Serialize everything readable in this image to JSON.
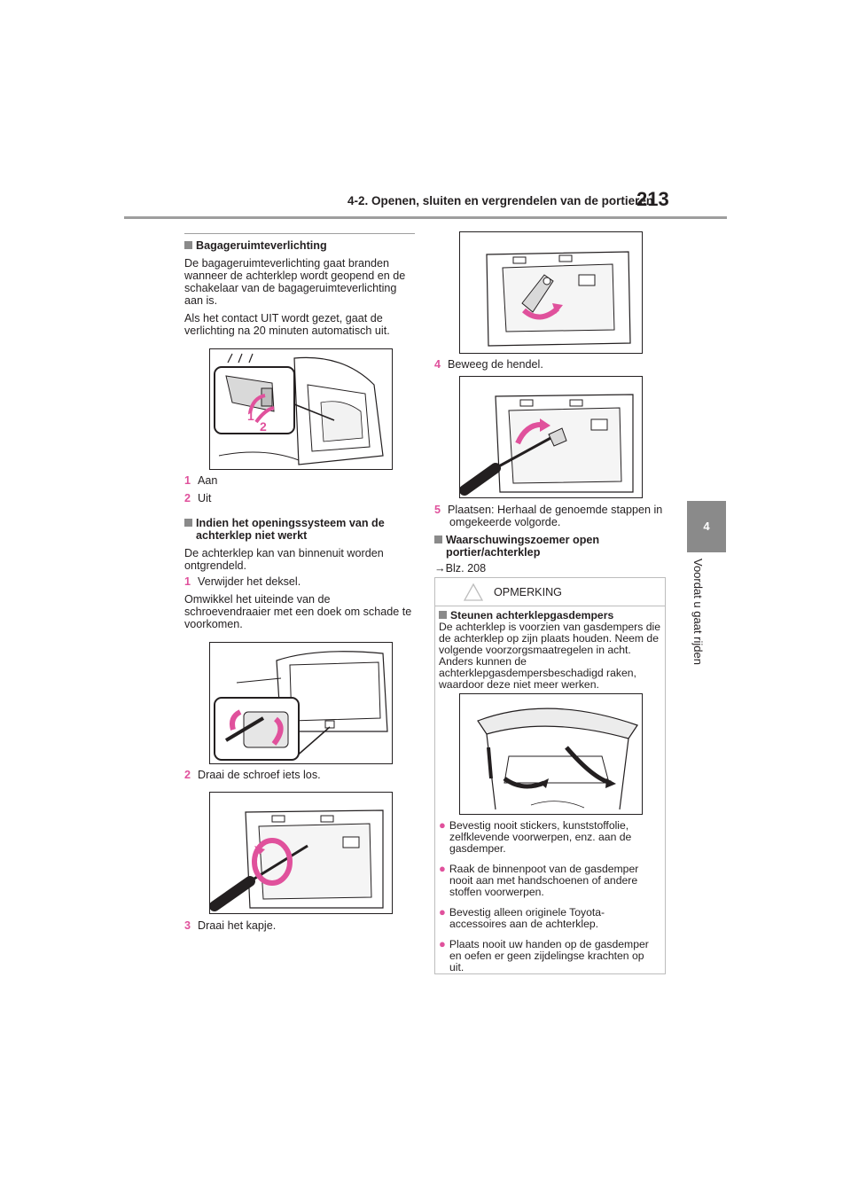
{
  "header": {
    "section_title": "4-2. Openen, sluiten en vergrendelen van de portieren",
    "page_number": "213"
  },
  "side_tab": {
    "number": "4",
    "label": "Voordat u gaat rijden"
  },
  "left_column": {
    "sec1_heading": "Bagageruimteverlichting",
    "sec1_p1": "De bagageruimteverlichting gaat branden wanneer de achterklep wordt geopend en de schakelaar van de bagageruimteverlichting aan is.",
    "sec1_p2": "Als het contact UIT wordt gezet, gaat de verlichting na 20 minuten automatisch uit.",
    "fig1_callouts": [
      "1",
      "2"
    ],
    "legend": [
      {
        "num": "1",
        "text": "Aan"
      },
      {
        "num": "2",
        "text": "Uit"
      }
    ],
    "sec2_heading": "Indien het openingssysteem van de achterklep niet werkt",
    "sec2_p1": "De achterklep kan van binnenuit worden ontgrendeld.",
    "step1": {
      "num": "1",
      "text": "Verwijder het deksel."
    },
    "sec2_p2": "Omwikkel het uiteinde van de schroevendraaier met een doek om schade te voorkomen.",
    "step2": {
      "num": "2",
      "text": "Draai de schroef iets los."
    },
    "step3": {
      "num": "3",
      "text": "Draai het kapje."
    }
  },
  "right_column": {
    "step4": {
      "num": "4",
      "text": "Beweeg de hendel."
    },
    "step5": {
      "num": "5",
      "text": "Plaatsen: Herhaal de genoemde stappen in omgekeerde volgorde."
    },
    "sec3_heading": "Waarschuwingszoemer open portier/achterklep",
    "sec3_ref": "→Blz. 208"
  },
  "note": {
    "title": "OPMERKING",
    "heading": "Steunen achterklepgasdempers",
    "body": "De achterklep is voorzien van gasdempers die de achterklep op zijn plaats houden. Neem de volgende voorzorgsmaatregelen in acht. Anders kunnen de achterklepgasdempersbeschadigd raken, waardoor deze niet meer werken.",
    "bullets": [
      "Bevestig nooit stickers, kunststoffolie, zelfklevende voorwerpen, enz. aan de gasdemper.",
      "Raak de binnenpoot van de gasdemper nooit aan met handschoenen of andere stoffen voorwerpen.",
      "Bevestig alleen originele Toyota-accessoires aan de achterklep.",
      "Plaats nooit uw handen op de gasdemper en oefen er geen zijdelingse krachten op uit."
    ]
  },
  "colors": {
    "accent_pink": "#e0519c",
    "tab_gray": "#8a8a8a"
  }
}
